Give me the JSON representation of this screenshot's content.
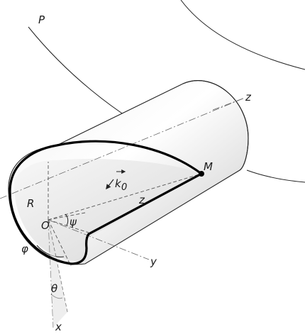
{
  "labels": {
    "plane": "P",
    "axis_z_top": "z",
    "axis_y": "y",
    "axis_x": "x",
    "point_m": "M",
    "wave_vector": "k",
    "wave_vector_sub": "0",
    "radius": "R",
    "origin": "O",
    "psi": "ψ",
    "phi": "φ",
    "theta": "θ",
    "z_inner": "z"
  },
  "colors": {
    "outline": "#000000",
    "cylinder_light": "#ffffff",
    "cylinder_shade": "#c9c9c9"
  }
}
